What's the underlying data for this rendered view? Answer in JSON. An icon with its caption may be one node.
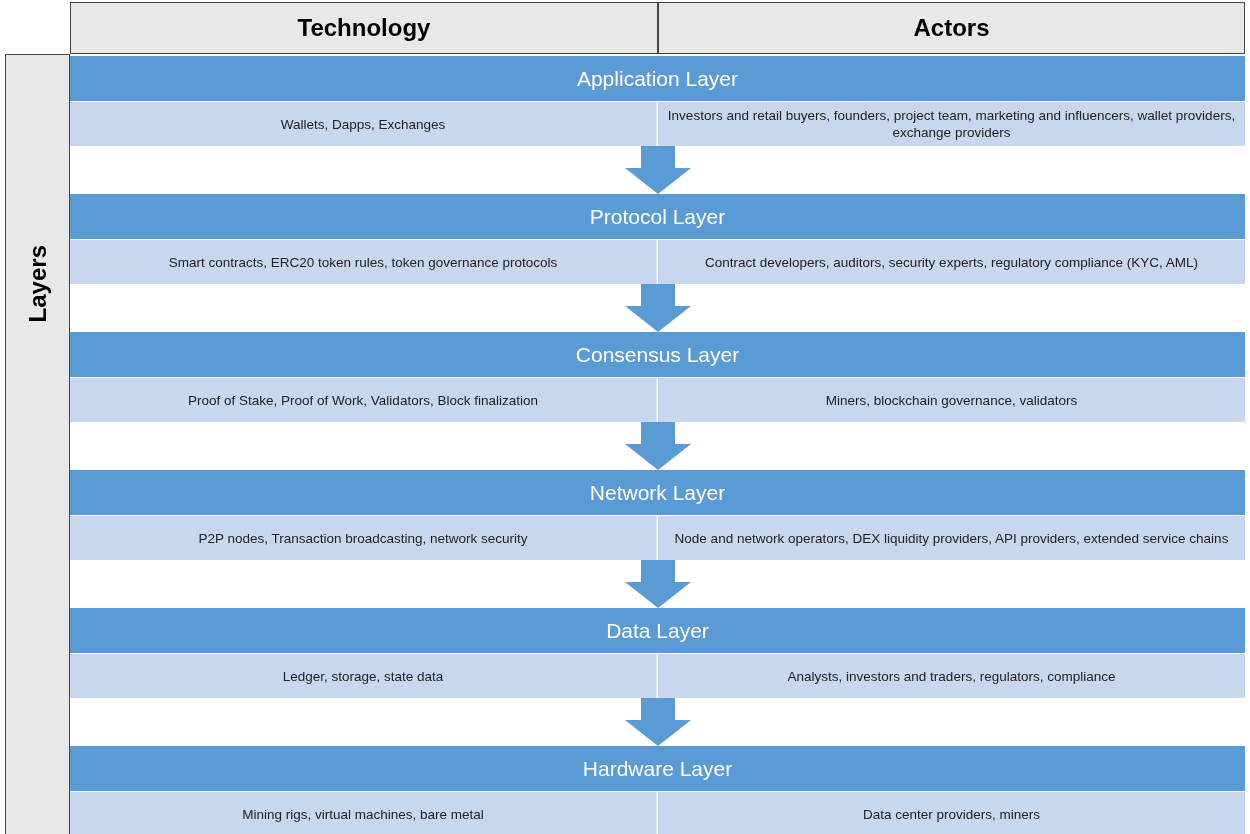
{
  "diagram": {
    "nodes": [
      {
        "text": [
          "Application Layer",
          "Wallets, Dapps, Exchanges",
          "Investors and retail buyers, founders, project team, marketing and influencers, wallet providers, exchange providers"
        ]
      },
      {
        "text": [
          "Protocol Layer",
          "Smart contracts, ERC20 token rules, token governance protocols",
          "Contract developers, auditors, security experts, regulatory compliance (KYC, AML)"
        ]
      },
      {
        "text": [
          "Consensus Layer",
          "Proof of Stake, Proof of Work, Validators, Block finalization",
          "Miners, blockchain governance, validators"
        ]
      },
      {
        "text": [
          "Network Layer",
          "P2P nodes, Transaction broadcasting, network security",
          "Node and network operators, DEX liquidity providers, API providers, extended service chains"
        ]
      },
      {
        "text": [
          "Data Layer",
          "Ledger, storage, state data",
          "Analysts, investors and traders, regulators, compliance"
        ]
      },
      {
        "text": [
          "Hardware Layer",
          "Mining rigs, virtual machines, bare metal",
          "Data center providers, miners"
        ]
      }
    ],
    "edges": [
      {
        "from": 0,
        "to": 1,
        "arrow": "to"
      },
      {
        "from": 1,
        "to": 2,
        "arrow": "to"
      },
      {
        "from": 2,
        "to": 3,
        "arrow": "to"
      },
      {
        "from": 3,
        "to": 4,
        "arrow": "to"
      },
      {
        "from": 4,
        "to": 5,
        "arrow": "to"
      }
    ],
    "labels": [
      "Technology",
      "Actors",
      "Layers"
    ]
  }
}
